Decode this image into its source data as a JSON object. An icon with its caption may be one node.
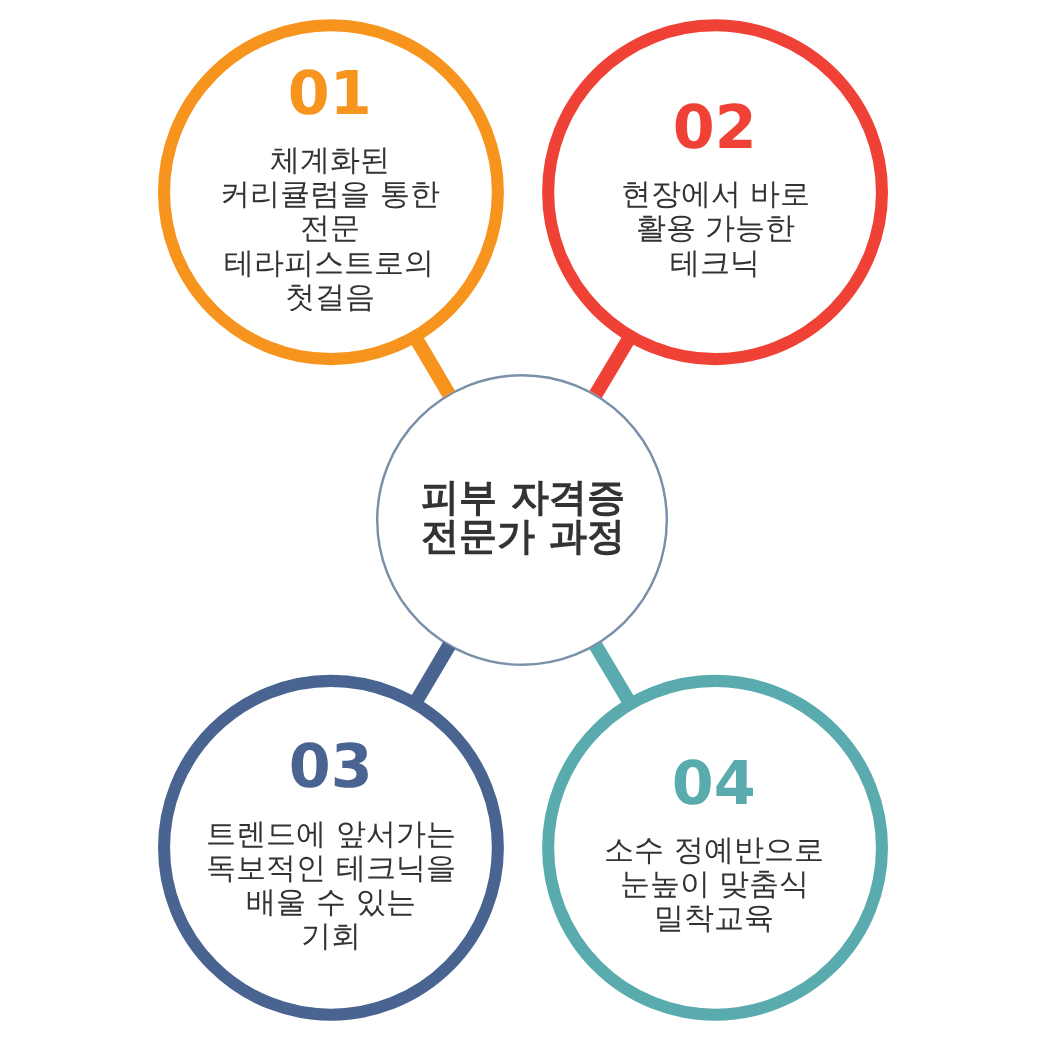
{
  "diagram": {
    "nodes": [
      {
        "text": [
          "01",
          "체계화된 커리큘럼을 통한 전문 테라피스트로의 첫걸음"
        ]
      },
      {
        "text": [
          "02",
          "현장에서 바로 활용 가능한 테크닉"
        ]
      },
      {
        "text": [
          "피부 자격증 전문가 과정"
        ]
      },
      {
        "text": [
          "03",
          "트렌드에 앞서가는 독보적인 테크닉을 배울 수 있는 기회"
        ]
      },
      {
        "text": [
          "04",
          "소수 정예반으로 눈높이 맞춤식 밀착교육"
        ]
      }
    ],
    "edges": [
      {
        "from": 0,
        "to": 2,
        "arrow": "none",
        "color": "#f7941d"
      },
      {
        "from": 1,
        "to": 2,
        "arrow": "none",
        "color": "#ef4136"
      },
      {
        "from": 2,
        "to": 3,
        "arrow": "none",
        "color": "#4a6491"
      },
      {
        "from": 2,
        "to": 4,
        "arrow": "none",
        "color": "#5aabae"
      }
    ]
  }
}
